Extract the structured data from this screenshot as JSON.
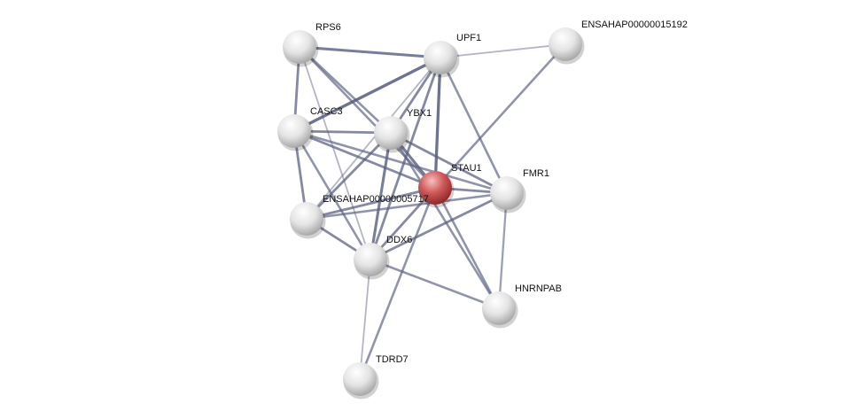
{
  "network": {
    "nodes": [
      {
        "id": "RPS6",
        "label": "RPS6",
        "query": false
      },
      {
        "id": "UPF1",
        "label": "UPF1",
        "query": false
      },
      {
        "id": "ENSAHAP00000015192",
        "label": "ENSAHAP00000015192",
        "query": false
      },
      {
        "id": "CASC3",
        "label": "CASC3",
        "query": false
      },
      {
        "id": "YBX1",
        "label": "YBX1",
        "query": false
      },
      {
        "id": "STAU1",
        "label": "STAU1",
        "query": true
      },
      {
        "id": "FMR1",
        "label": "FMR1",
        "query": false
      },
      {
        "id": "ENSAHAP00000005717",
        "label": "ENSAHAP00000005717",
        "query": false
      },
      {
        "id": "DDX6",
        "label": "DDX6",
        "query": false
      },
      {
        "id": "HNRNPAB",
        "label": "HNRNPAB",
        "query": false
      },
      {
        "id": "TDRD7",
        "label": "TDRD7",
        "query": false
      }
    ],
    "edges": [
      [
        "RPS6",
        "UPF1",
        0.8
      ],
      [
        "RPS6",
        "CASC3",
        0.7
      ],
      [
        "RPS6",
        "YBX1",
        0.6
      ],
      [
        "RPS6",
        "STAU1",
        0.6
      ],
      [
        "RPS6",
        "DDX6",
        0.3
      ],
      [
        "UPF1",
        "ENSAHAP00000015192",
        0.3
      ],
      [
        "UPF1",
        "CASC3",
        0.9
      ],
      [
        "UPF1",
        "YBX1",
        0.7
      ],
      [
        "UPF1",
        "STAU1",
        0.9
      ],
      [
        "UPF1",
        "FMR1",
        0.6
      ],
      [
        "UPF1",
        "ENSAHAP00000005717",
        0.3
      ],
      [
        "UPF1",
        "DDX6",
        0.7
      ],
      [
        "ENSAHAP00000015192",
        "STAU1",
        0.6
      ],
      [
        "CASC3",
        "YBX1",
        0.7
      ],
      [
        "CASC3",
        "STAU1",
        0.7
      ],
      [
        "CASC3",
        "FMR1",
        0.6
      ],
      [
        "CASC3",
        "ENSAHAP00000005717",
        0.7
      ],
      [
        "CASC3",
        "DDX6",
        0.6
      ],
      [
        "YBX1",
        "STAU1",
        0.8
      ],
      [
        "YBX1",
        "FMR1",
        0.7
      ],
      [
        "YBX1",
        "ENSAHAP00000005717",
        0.7
      ],
      [
        "YBX1",
        "DDX6",
        0.8
      ],
      [
        "YBX1",
        "HNRNPAB",
        0.6
      ],
      [
        "STAU1",
        "FMR1",
        0.7
      ],
      [
        "STAU1",
        "ENSAHAP00000005717",
        0.7
      ],
      [
        "STAU1",
        "DDX6",
        0.7
      ],
      [
        "STAU1",
        "HNRNPAB",
        0.6
      ],
      [
        "STAU1",
        "TDRD7",
        0.6
      ],
      [
        "FMR1",
        "ENSAHAP00000005717",
        0.6
      ],
      [
        "FMR1",
        "DDX6",
        0.7
      ],
      [
        "FMR1",
        "HNRNPAB",
        0.5
      ],
      [
        "ENSAHAP00000005717",
        "DDX6",
        0.7
      ],
      [
        "DDX6",
        "HNRNPAB",
        0.6
      ],
      [
        "DDX6",
        "TDRD7",
        0.3
      ]
    ],
    "colors": {
      "edge": "#5a6080",
      "node": "#e8e8e8",
      "query_node": "#c94c4c"
    }
  }
}
